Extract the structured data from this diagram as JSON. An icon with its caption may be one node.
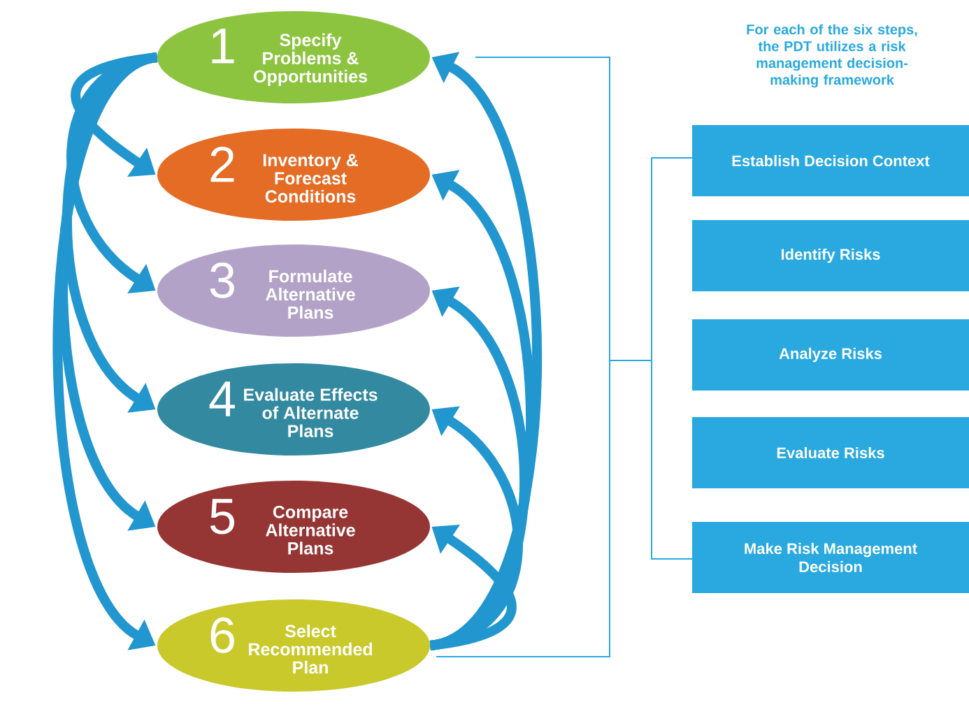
{
  "diagram": {
    "nodes": [
      {
        "text": [
          "1",
          "Specify Problems & Opportunities"
        ]
      },
      {
        "text": [
          "2",
          "Inventory & Forecast Conditions"
        ]
      },
      {
        "text": [
          "3",
          "Formulate Alternative Plans"
        ]
      },
      {
        "text": [
          "4",
          "Evaluate Effects of Alternate Plans"
        ]
      },
      {
        "text": [
          "5",
          "Compare Alternative Plans"
        ]
      },
      {
        "text": [
          "6",
          "Select Recommended Plan"
        ]
      },
      {
        "text": [
          "Establish Decision Context"
        ]
      },
      {
        "text": [
          "Identify Risks"
        ]
      },
      {
        "text": [
          "Analyze Risks"
        ]
      },
      {
        "text": [
          "Evaluate Risks"
        ]
      },
      {
        "text": [
          "Make Risk Management Decision"
        ]
      }
    ],
    "edges": [
      {
        "from": 0,
        "to": 1,
        "arrow": "to"
      },
      {
        "from": 0,
        "to": 2,
        "arrow": "to"
      },
      {
        "from": 0,
        "to": 3,
        "arrow": "to"
      },
      {
        "from": 0,
        "to": 4,
        "arrow": "to"
      },
      {
        "from": 0,
        "to": 5,
        "arrow": "to"
      },
      {
        "from": 5,
        "to": 0,
        "arrow": "to"
      },
      {
        "from": 5,
        "to": 1,
        "arrow": "to"
      },
      {
        "from": 5,
        "to": 2,
        "arrow": "to"
      },
      {
        "from": 5,
        "to": 3,
        "arrow": "to"
      },
      {
        "from": 5,
        "to": 4,
        "arrow": "to"
      }
    ],
    "labels": [
      "For each of the six steps, the PDT utilizes a risk management decision-making framework"
    ]
  }
}
